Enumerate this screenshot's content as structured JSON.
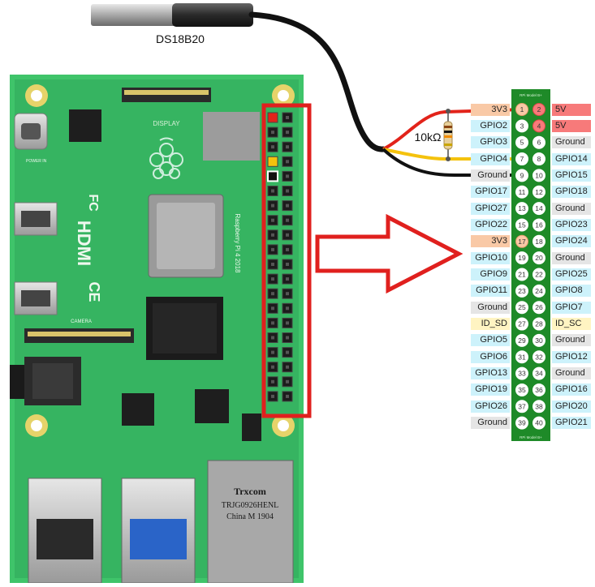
{
  "sensor": {
    "label": "DS18B20"
  },
  "resistor": {
    "label": "10kΩ"
  },
  "header_board": {
    "top_label": "RPi Model B+",
    "bottom_label": "RPi Model B+"
  },
  "board_markings": {
    "display_label": "DISPLAY",
    "fcc": "FC",
    "hdmi": "HDMI",
    "ce": "CE",
    "chip_text": "Raspberry Pi 4 2018",
    "jack_brand": "Trxcom",
    "jack_part": "TRJG0926HENL",
    "jack_origin": "China M 1904",
    "camera_label": "CAMERA",
    "power_label": "POWER IN"
  },
  "colors": {
    "power3v3": "#f9c9a6",
    "power5v": "#f77a7a",
    "ground": "#e5e5e5",
    "gpio": "#cdf2fb",
    "idpin": "#fff4c2",
    "header_green": "#1e8a28",
    "red_outline": "#e0201e"
  },
  "pins": [
    {
      "n": 1,
      "label": "3V3",
      "type": "power3v3"
    },
    {
      "n": 2,
      "label": "5V",
      "type": "power5v"
    },
    {
      "n": 3,
      "label": "GPIO2",
      "type": "gpio"
    },
    {
      "n": 4,
      "label": "5V",
      "type": "power5v"
    },
    {
      "n": 5,
      "label": "GPIO3",
      "type": "gpio"
    },
    {
      "n": 6,
      "label": "Ground",
      "type": "ground"
    },
    {
      "n": 7,
      "label": "GPIO4",
      "type": "gpio"
    },
    {
      "n": 8,
      "label": "GPIO14",
      "type": "gpio"
    },
    {
      "n": 9,
      "label": "Ground",
      "type": "ground"
    },
    {
      "n": 10,
      "label": "GPIO15",
      "type": "gpio"
    },
    {
      "n": 11,
      "label": "GPIO17",
      "type": "gpio"
    },
    {
      "n": 12,
      "label": "GPIO18",
      "type": "gpio"
    },
    {
      "n": 13,
      "label": "GPIO27",
      "type": "gpio"
    },
    {
      "n": 14,
      "label": "Ground",
      "type": "ground"
    },
    {
      "n": 15,
      "label": "GPIO22",
      "type": "gpio"
    },
    {
      "n": 16,
      "label": "GPIO23",
      "type": "gpio"
    },
    {
      "n": 17,
      "label": "3V3",
      "type": "power3v3"
    },
    {
      "n": 18,
      "label": "GPIO24",
      "type": "gpio"
    },
    {
      "n": 19,
      "label": "GPIO10",
      "type": "gpio"
    },
    {
      "n": 20,
      "label": "Ground",
      "type": "ground"
    },
    {
      "n": 21,
      "label": "GPIO9",
      "type": "gpio"
    },
    {
      "n": 22,
      "label": "GPIO25",
      "type": "gpio"
    },
    {
      "n": 23,
      "label": "GPIO11",
      "type": "gpio"
    },
    {
      "n": 24,
      "label": "GPIO8",
      "type": "gpio"
    },
    {
      "n": 25,
      "label": "Ground",
      "type": "ground"
    },
    {
      "n": 26,
      "label": "GPIO7",
      "type": "gpio"
    },
    {
      "n": 27,
      "label": "ID_SD",
      "type": "idpin"
    },
    {
      "n": 28,
      "label": "ID_SC",
      "type": "idpin"
    },
    {
      "n": 29,
      "label": "GPIO5",
      "type": "gpio"
    },
    {
      "n": 30,
      "label": "Ground",
      "type": "ground"
    },
    {
      "n": 31,
      "label": "GPIO6",
      "type": "gpio"
    },
    {
      "n": 32,
      "label": "GPIO12",
      "type": "gpio"
    },
    {
      "n": 33,
      "label": "GPIO13",
      "type": "gpio"
    },
    {
      "n": 34,
      "label": "Ground",
      "type": "ground"
    },
    {
      "n": 35,
      "label": "GPIO19",
      "type": "gpio"
    },
    {
      "n": 36,
      "label": "GPIO16",
      "type": "gpio"
    },
    {
      "n": 37,
      "label": "GPIO26",
      "type": "gpio"
    },
    {
      "n": 38,
      "label": "GPIO20",
      "type": "gpio"
    },
    {
      "n": 39,
      "label": "Ground",
      "type": "ground"
    },
    {
      "n": 40,
      "label": "GPIO21",
      "type": "gpio"
    }
  ],
  "highlighted_pins": [
    1,
    7,
    9,
    17
  ]
}
